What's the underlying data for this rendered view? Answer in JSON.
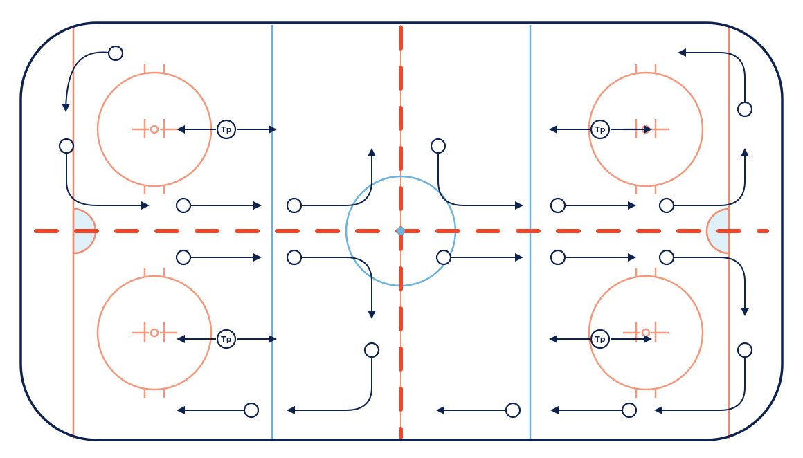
{
  "colors": {
    "board": "#0f2350",
    "goal_line": "#f08c6f",
    "blue_line": "#6ab3e0",
    "center_line": "#f0462a",
    "crease_fill": "#dff0f8",
    "center_dot": "#6ab3e0",
    "faceoff": "#f5977a",
    "drill": "#0f2350"
  },
  "icons": {
    "player": "circle-player-icon",
    "coach": "coach-marker-icon",
    "arrow": "arrow-path-icon"
  },
  "coach_label": "Tp",
  "coaches": [
    {
      "id": "coach-top-left",
      "label": "Tp"
    },
    {
      "id": "coach-bottom-left",
      "label": "Tp"
    },
    {
      "id": "coach-top-right",
      "label": "Tp"
    },
    {
      "id": "coach-bottom-right",
      "label": "Tp"
    }
  ]
}
